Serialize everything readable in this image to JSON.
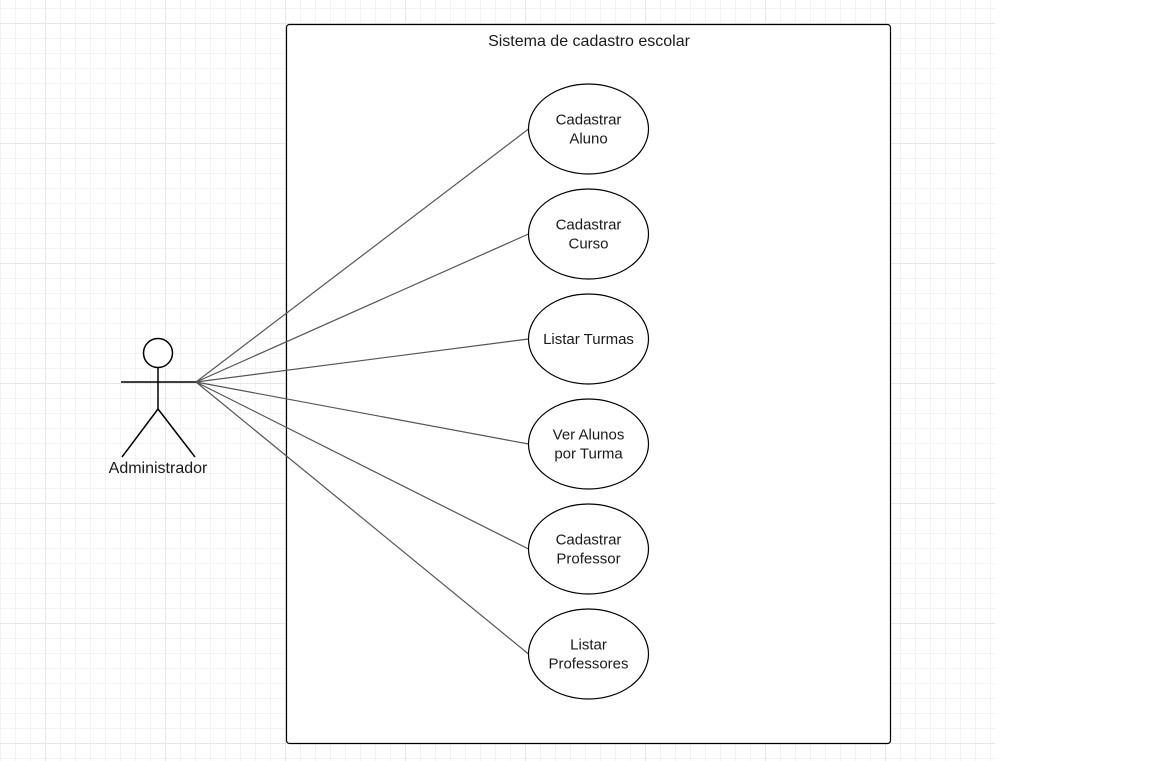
{
  "system": {
    "title": "Sistema de cadastro escolar"
  },
  "actor": {
    "label": "Administrador"
  },
  "use_cases": [
    {
      "lines": [
        "Cadastrar",
        "Aluno"
      ]
    },
    {
      "lines": [
        "Cadastrar",
        "Curso"
      ]
    },
    {
      "lines": [
        "Listar Turmas"
      ]
    },
    {
      "lines": [
        "Ver Alunos",
        "por Turma"
      ]
    },
    {
      "lines": [
        "Cadastrar",
        "Professor"
      ]
    },
    {
      "lines": [
        "Listar",
        "Professores"
      ]
    }
  ],
  "colors": {
    "stroke": "#000000",
    "association": "#555555",
    "text": "#1a1a1a"
  }
}
